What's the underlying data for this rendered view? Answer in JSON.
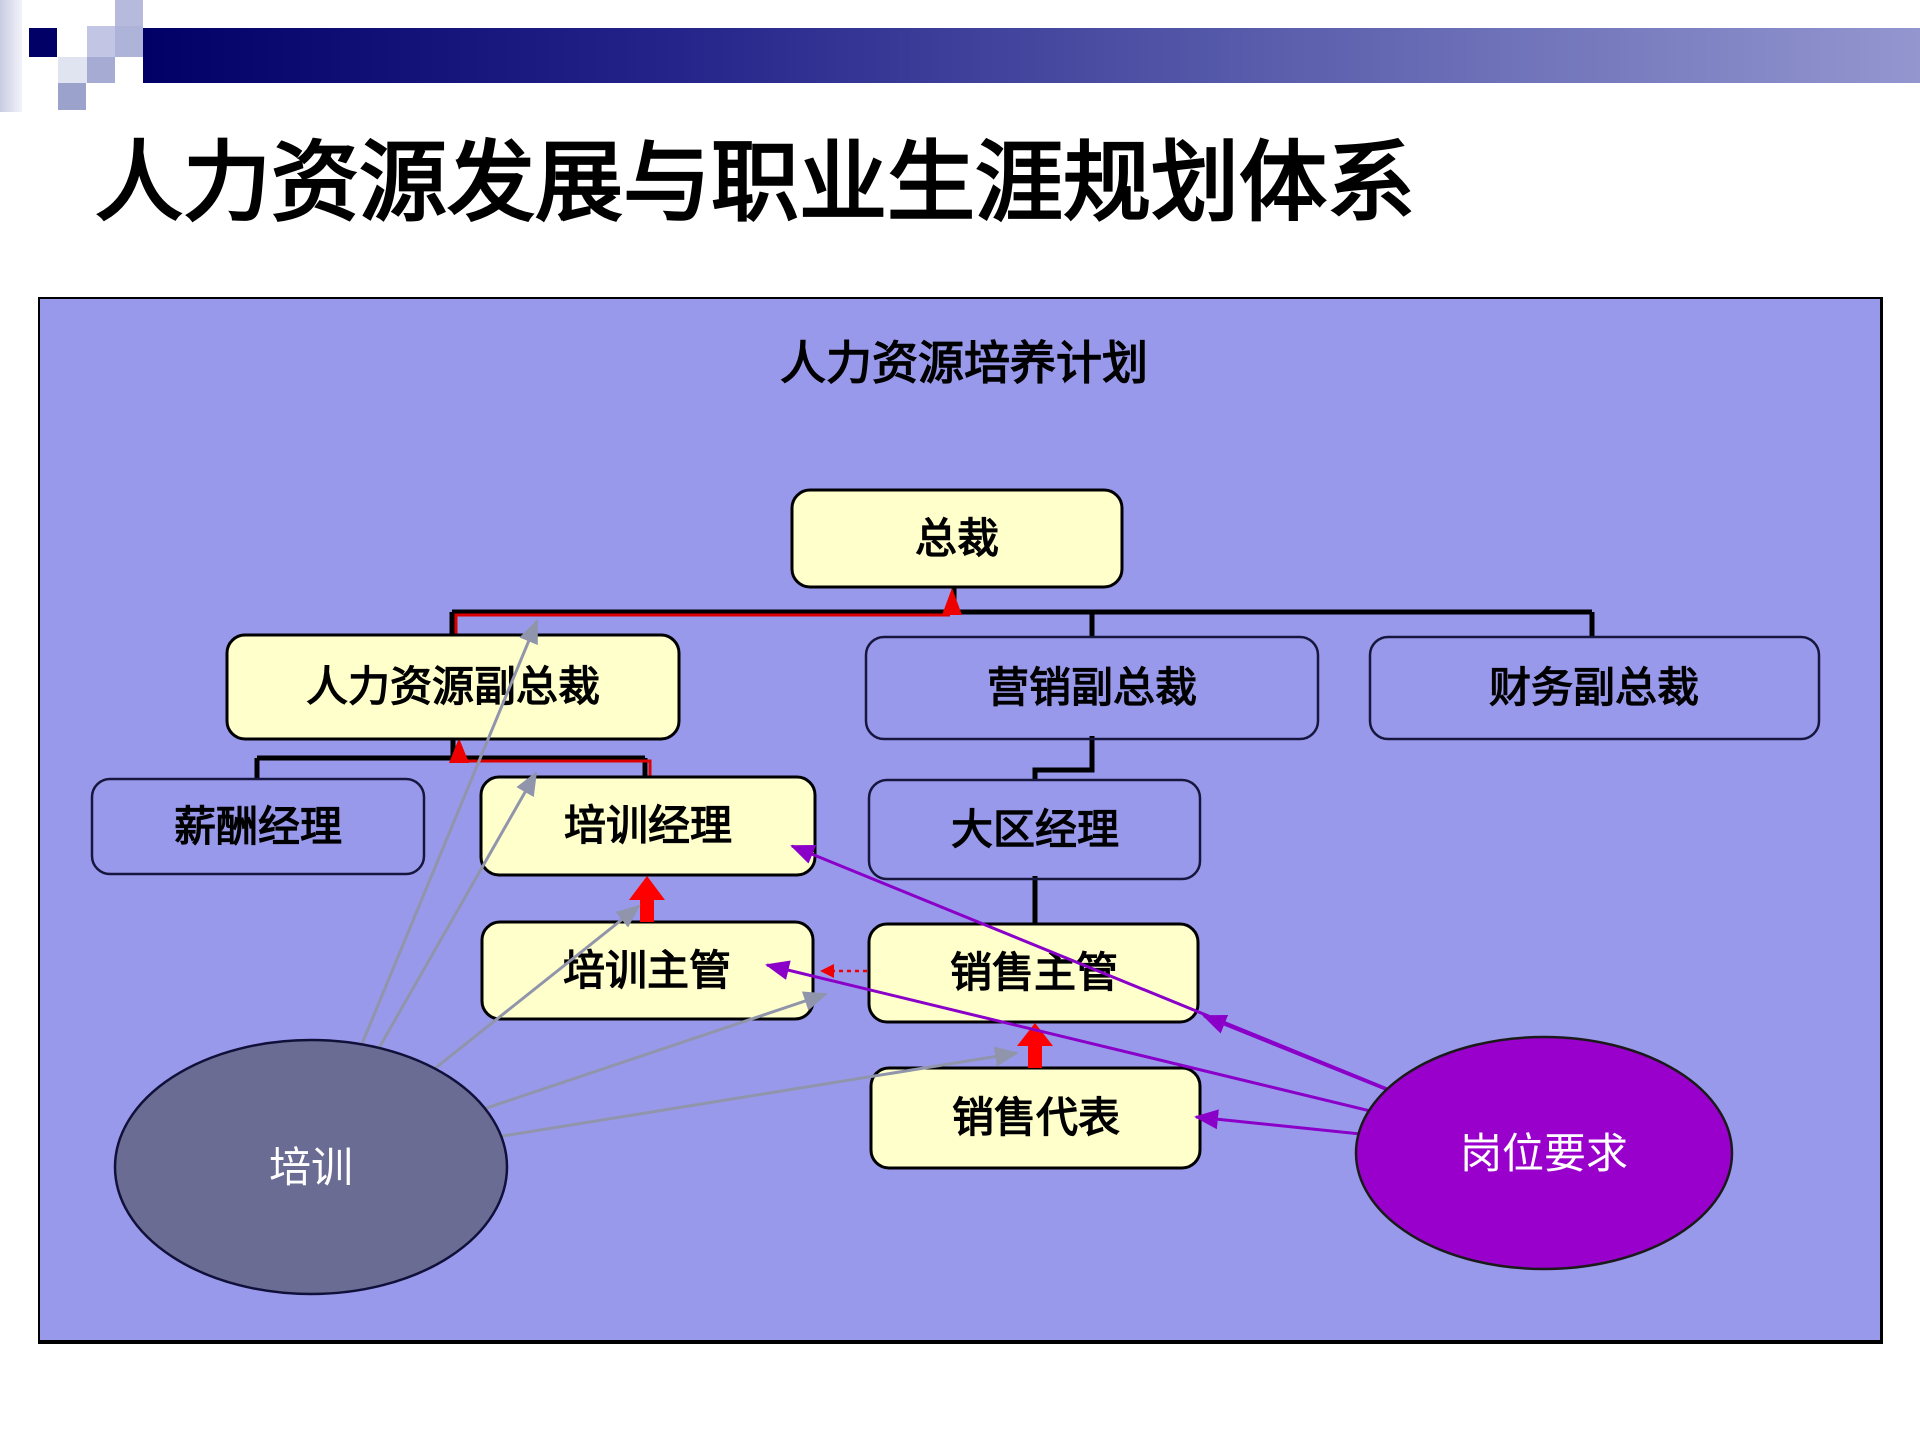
{
  "slide": {
    "title": "人力资源发展与职业生涯规划体系"
  },
  "diagram": {
    "subtitle": "人力资源培养计划",
    "nodes": {
      "president": "总裁",
      "hr_vp": "人力资源副总裁",
      "marketing_vp": "营销副总裁",
      "finance_vp": "财务副总裁",
      "compensation_manager": "薪酬经理",
      "training_manager": "培训经理",
      "region_manager": "大区经理",
      "training_supervisor": "培训主管",
      "sales_supervisor": "销售主管",
      "sales_rep": "销售代表"
    },
    "ellipses": {
      "training": "培训",
      "job_requirements": "岗位要求"
    },
    "edges": [
      {
        "type": "hierarchy",
        "from": "president",
        "to": [
          "hr_vp",
          "marketing_vp",
          "finance_vp"
        ]
      },
      {
        "type": "hierarchy",
        "from": "hr_vp",
        "to": [
          "compensation_manager",
          "training_manager"
        ]
      },
      {
        "type": "hierarchy",
        "from": "marketing_vp",
        "to": [
          "region_manager"
        ]
      },
      {
        "type": "hierarchy",
        "from": "region_manager",
        "to": [
          "sales_supervisor"
        ]
      },
      {
        "type": "promotion-red",
        "from": "hr_vp",
        "to": "president"
      },
      {
        "type": "promotion-red",
        "from": "training_manager",
        "to": "hr_vp"
      },
      {
        "type": "promotion-red",
        "from": "training_supervisor",
        "to": "training_manager"
      },
      {
        "type": "promotion-red",
        "from": "sales_rep",
        "to": "sales_supervisor"
      },
      {
        "type": "transfer-red-dotted",
        "from": "sales_supervisor",
        "to": "training_supervisor"
      },
      {
        "type": "training-gray",
        "from": "training",
        "to": [
          "hr_vp",
          "training_manager",
          "training_manager_bottom",
          "training_supervisor",
          "sales_supervisor"
        ]
      },
      {
        "type": "requirement-purple",
        "from": "job_requirements",
        "to": [
          "training_manager",
          "training_supervisor",
          "sales_supervisor",
          "sales_rep"
        ]
      }
    ],
    "colors": {
      "panel_bg": "#9999EB",
      "cream_box": "#FFFFCC",
      "plain_box_border": "#16163e",
      "org_connector": "#000000",
      "promotion_red": "#FF0000",
      "training_ellipse": "#6A6C94",
      "job_requirements_ellipse": "#9900CC",
      "gray_arrow": "#9095AB",
      "purple_arrow": "#8A00C8",
      "header_bar_start": "#000066",
      "header_bar_end": "#9396cf"
    }
  }
}
